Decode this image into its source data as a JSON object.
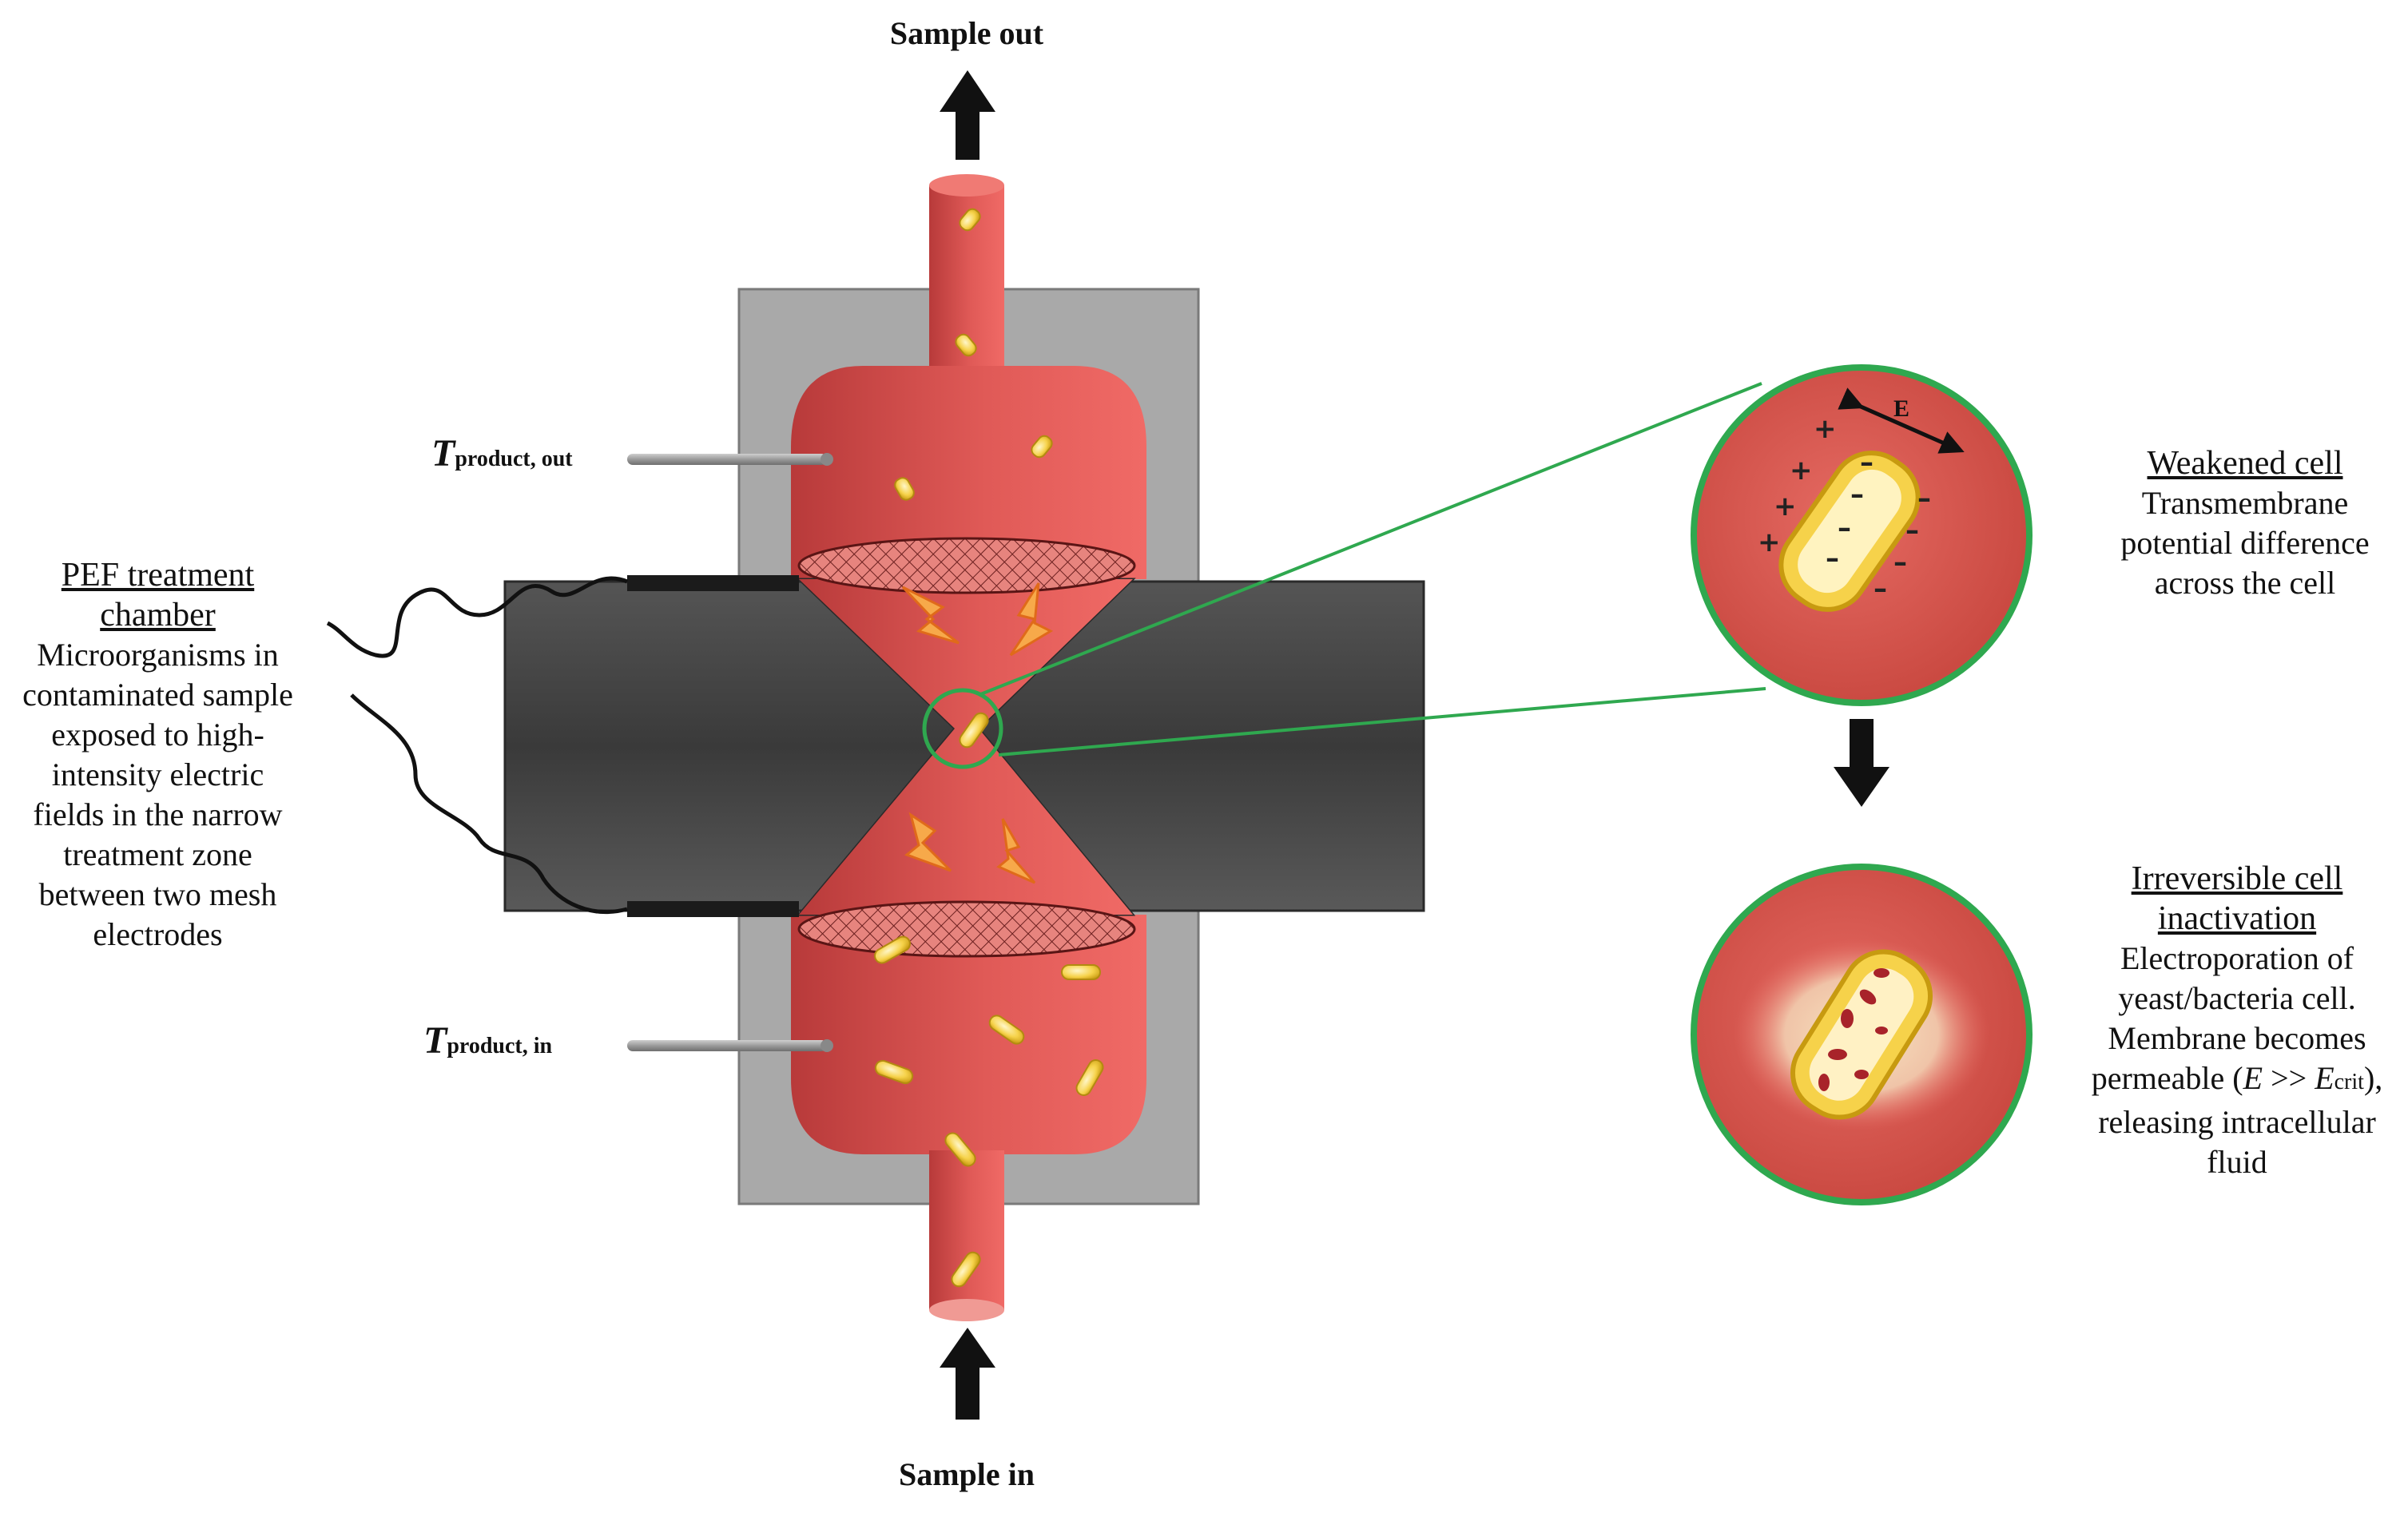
{
  "flow": {
    "out": "Sample out",
    "in": "Sample in"
  },
  "temps": {
    "out": {
      "symbol": "T",
      "sub": "product, out"
    },
    "in": {
      "symbol": "T",
      "sub": "product, in"
    }
  },
  "chamber": {
    "heading_line1": "PEF treatment",
    "heading_line2": "chamber",
    "lines": [
      "Microorganisms in",
      "contaminated sample",
      "exposed to high-",
      "intensity electric",
      "fields in the narrow",
      "treatment zone",
      "between two mesh",
      "electrodes"
    ]
  },
  "weakened": {
    "heading": "Weakened cell",
    "lines": [
      "Transmembrane",
      "potential difference",
      "across the cell"
    ]
  },
  "inactivation": {
    "heading_line1": "Irreversible cell",
    "heading_line2": "inactivation",
    "lines": [
      "Electroporation of",
      "yeast/bacteria cell.",
      "Membrane becomes"
    ],
    "perm_prefix": "permeable (",
    "perm_E": "E",
    "perm_op": " >> ",
    "perm_Ecrit": "E",
    "perm_crit_sub": "crit",
    "perm_suffix": "),",
    "lines_after": [
      "releasing intracellular",
      "fluid"
    ]
  },
  "field_label": "E",
  "colors": {
    "sample_red": "#e8605c",
    "frame_gray": "#a8a8a8",
    "electrode_dark": "#4a4a4a",
    "zoom_green": "#2fa84f",
    "cell_yellow": "#f3cd3c",
    "spark_orange": "#f39a3a"
  }
}
